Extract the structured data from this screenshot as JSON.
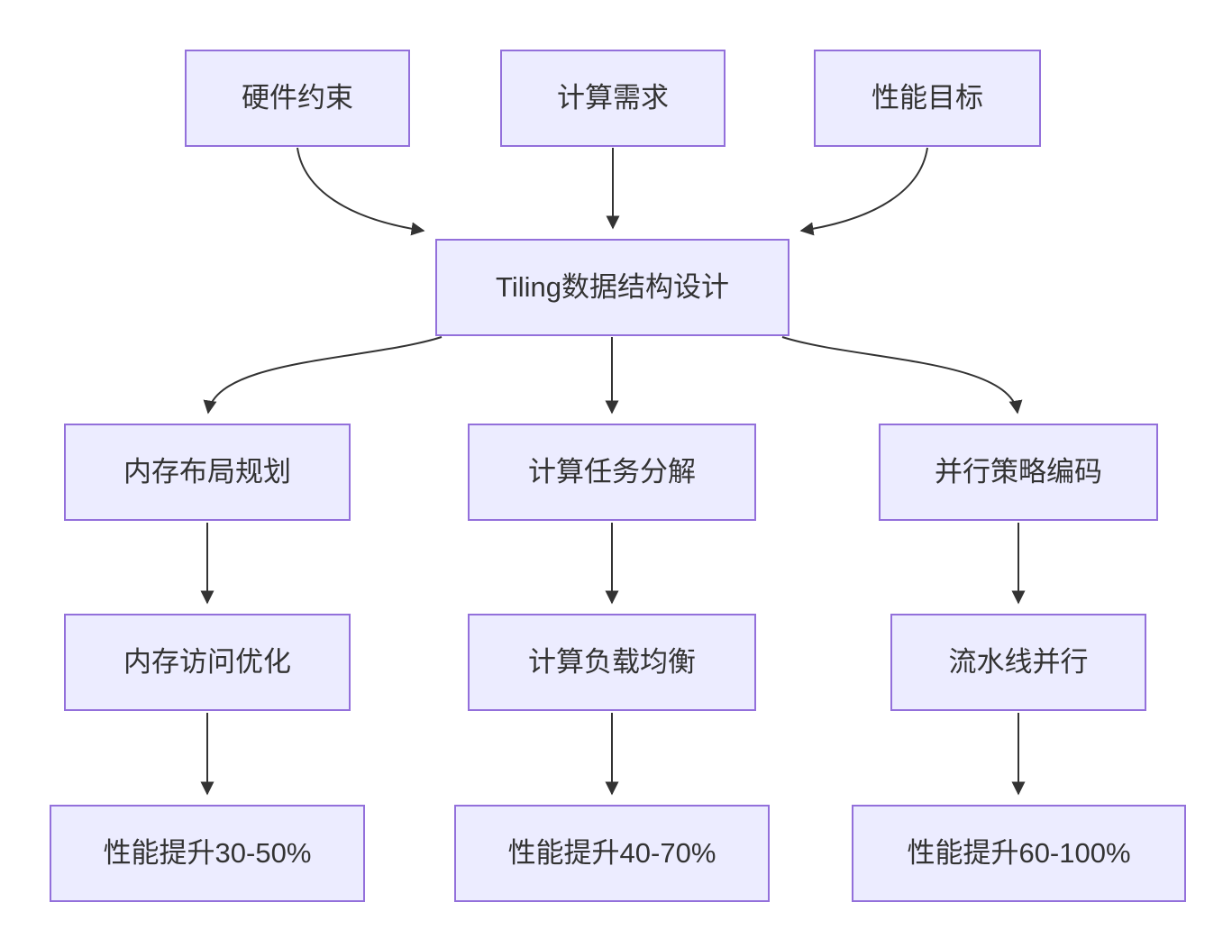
{
  "diagram": {
    "type": "flowchart",
    "direction": "top-down",
    "colors": {
      "node_fill": "#ECECFF",
      "node_border": "#9370DB",
      "edge_color": "#333333",
      "text_color": "#333333",
      "background": "#ffffff"
    },
    "nodes": [
      {
        "id": "hw",
        "label": "硬件约束"
      },
      {
        "id": "compute",
        "label": "计算需求"
      },
      {
        "id": "perf",
        "label": "性能目标"
      },
      {
        "id": "tiling",
        "label": "Tiling数据结构设计"
      },
      {
        "id": "mem-layout",
        "label": "内存布局规划"
      },
      {
        "id": "task",
        "label": "计算任务分解"
      },
      {
        "id": "parallel",
        "label": "并行策略编码"
      },
      {
        "id": "mem-access",
        "label": "内存访问优化"
      },
      {
        "id": "load",
        "label": "计算负载均衡"
      },
      {
        "id": "pipeline",
        "label": "流水线并行"
      },
      {
        "id": "perf1",
        "label": "性能提升30-50%"
      },
      {
        "id": "perf2",
        "label": "性能提升40-70%"
      },
      {
        "id": "perf3",
        "label": "性能提升60-100%"
      }
    ],
    "edges": [
      {
        "from": "hw",
        "to": "tiling"
      },
      {
        "from": "compute",
        "to": "tiling"
      },
      {
        "from": "perf",
        "to": "tiling"
      },
      {
        "from": "tiling",
        "to": "mem-layout"
      },
      {
        "from": "tiling",
        "to": "task"
      },
      {
        "from": "tiling",
        "to": "parallel"
      },
      {
        "from": "mem-layout",
        "to": "mem-access"
      },
      {
        "from": "task",
        "to": "load"
      },
      {
        "from": "parallel",
        "to": "pipeline"
      },
      {
        "from": "mem-access",
        "to": "perf1"
      },
      {
        "from": "load",
        "to": "perf2"
      },
      {
        "from": "pipeline",
        "to": "perf3"
      }
    ]
  }
}
